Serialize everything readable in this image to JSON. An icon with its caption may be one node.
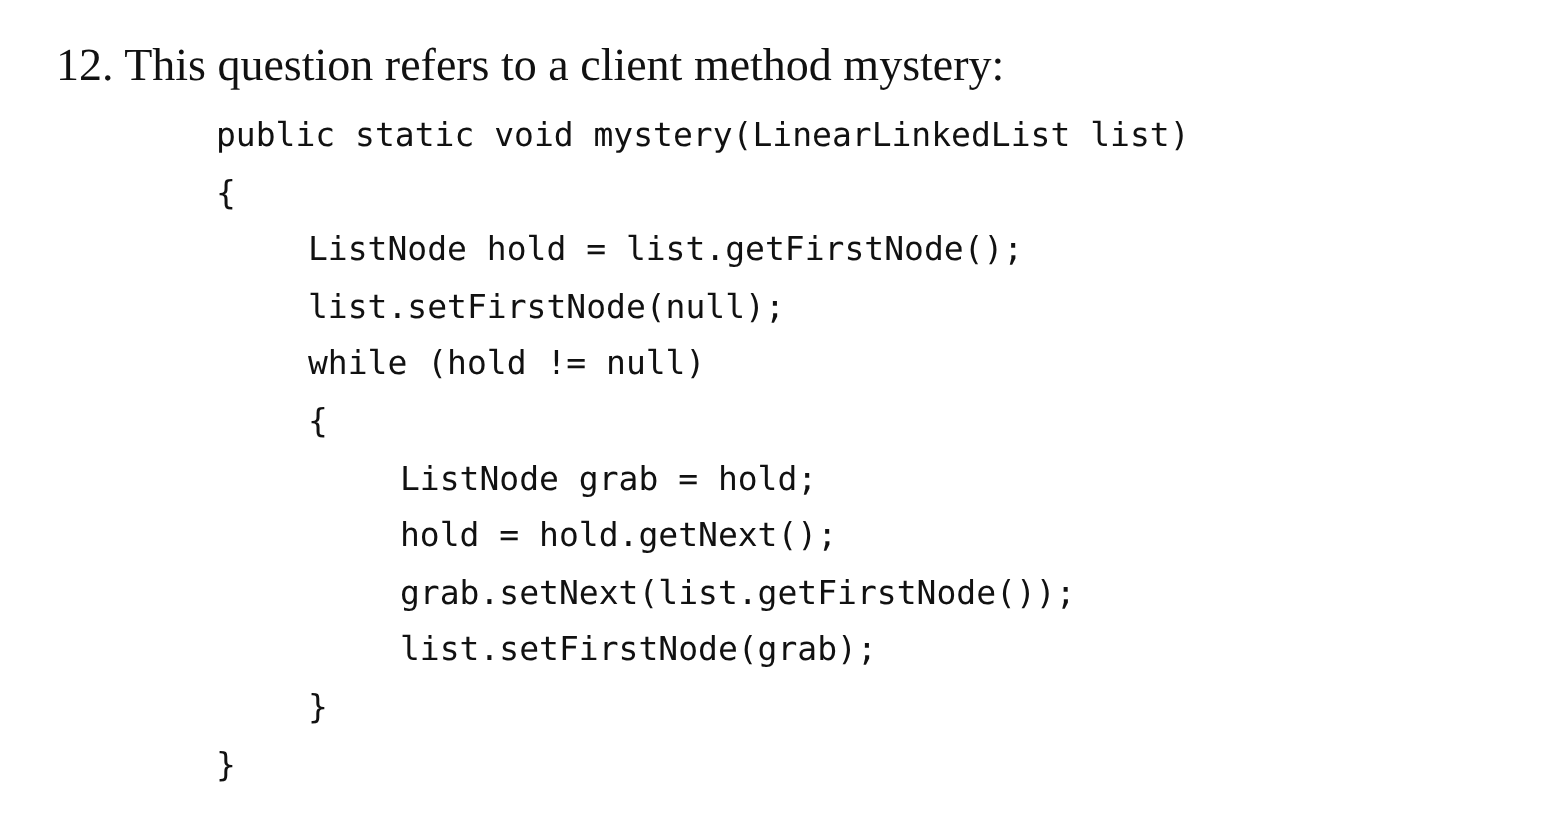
{
  "diagram": {
    "title": "12. This question refers to a client method mystery:",
    "labels": [
      "public static void mystery(LinearLinkedList list)",
      "{",
      "ListNode hold = list.getFirstNode();",
      "list.setFirstNode(null);",
      "while (hold != null)",
      "{",
      "ListNode grab = hold;",
      "hold = hold.getNext();",
      "grab.setNext(list.getFirstNode());",
      "list.setFirstNode(grab);",
      "}",
      "}"
    ]
  }
}
